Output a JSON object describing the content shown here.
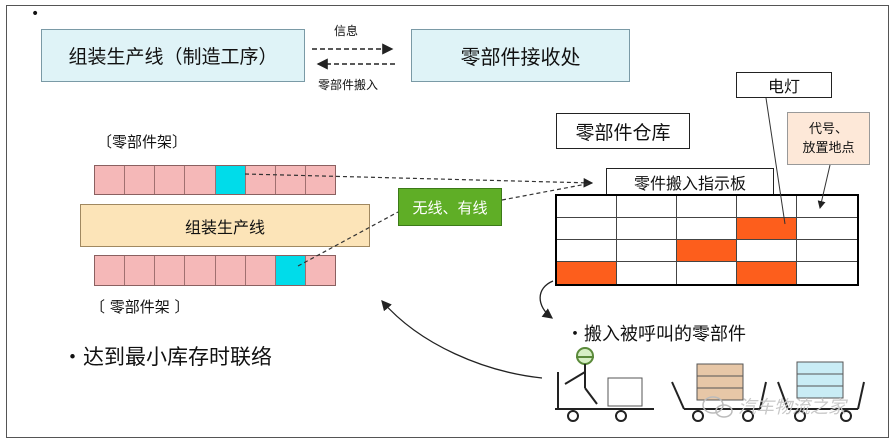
{
  "top": {
    "assembly_line_process": "组装生产线（制造工序）",
    "info_label": "信息",
    "parts_delivery_label": "零部件搬入",
    "receiving_point": "零部件接收处"
  },
  "left": {
    "rack_label_top": "〔零部件架〕",
    "rack_label_bottom": "〔 零部件架 〕",
    "assembly_line": "组装生产线",
    "contact_note": "・达到最小库存时联络",
    "top_rack_highlight_index": 4,
    "bottom_rack_highlight_index": 6
  },
  "right": {
    "warehouse": "零部件仓库",
    "lamp": "电灯",
    "code_location_line1": "代号、",
    "code_location_line2": "放置地点",
    "board_title": "零件搬入指示板",
    "wireless": "无线、有线",
    "called_parts_note": "・搬入被呼叫的零部件",
    "lit_cells": [
      [
        1,
        3
      ],
      [
        2,
        2
      ],
      [
        3,
        0
      ],
      [
        3,
        3
      ]
    ]
  },
  "watermark": "汽车物流之家",
  "colors": {
    "line_box": "#dff3f7",
    "rack_cell": "#f5b8b8",
    "rack_highlight": "#00dcea",
    "assembly_bar": "#fce4b8",
    "wireless_box": "#5fae26",
    "lit_cell": "#fd5e1c",
    "code_box": "#fde8d8"
  }
}
